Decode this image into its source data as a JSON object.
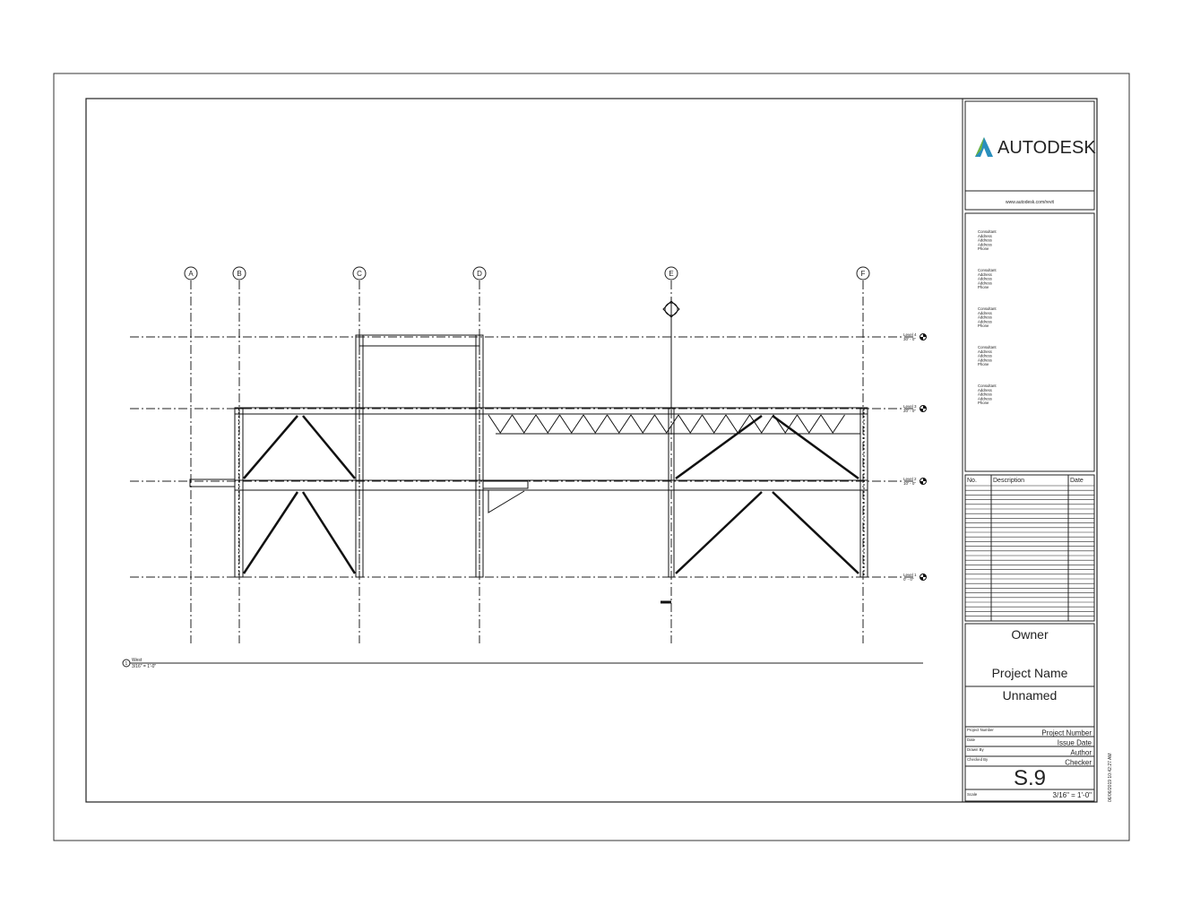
{
  "grids": [
    "A",
    "B",
    "C",
    "D",
    "E",
    "F"
  ],
  "levels": [
    {
      "name": "Level 4",
      "elev": "30' - 0\""
    },
    {
      "name": "Level 3",
      "elev": "20' - 0\""
    },
    {
      "name": "Level 2",
      "elev": "10' - 0\""
    },
    {
      "name": "Level 1",
      "elev": "0' - 0\""
    }
  ],
  "view": {
    "number": "1",
    "title": "West",
    "scale": "3/16\" = 1'-0\""
  },
  "titleblock": {
    "logo": "AUTODESK",
    "url": "www.autodesk.com/revit",
    "consultants": [
      [
        "Consultant",
        "Address",
        "Address",
        "Address",
        "Phone"
      ],
      [
        "Consultant",
        "Address",
        "Address",
        "Address",
        "Phone"
      ],
      [
        "Consultant",
        "Address",
        "Address",
        "Address",
        "Phone"
      ],
      [
        "Consultant",
        "Address",
        "Address",
        "Address",
        "Phone"
      ],
      [
        "Consultant",
        "Address",
        "Address",
        "Address",
        "Phone"
      ]
    ],
    "revision_headers": [
      "No.",
      "Description",
      "Date"
    ],
    "owner": "Owner",
    "project_name": "Project Name",
    "sheet_name": "Unnamed",
    "fields": [
      {
        "label": "Project Number",
        "value": "Project Number"
      },
      {
        "label": "Date",
        "value": "Issue Date"
      },
      {
        "label": "Drawn By",
        "value": "Author"
      },
      {
        "label": "Checked By",
        "value": "Checker"
      }
    ],
    "sheet_number": "S.9",
    "scale_label": "Scale",
    "scale": "3/16\" = 1'-0\"",
    "timestamp": "06/06/2019 10:42:27 AM"
  }
}
